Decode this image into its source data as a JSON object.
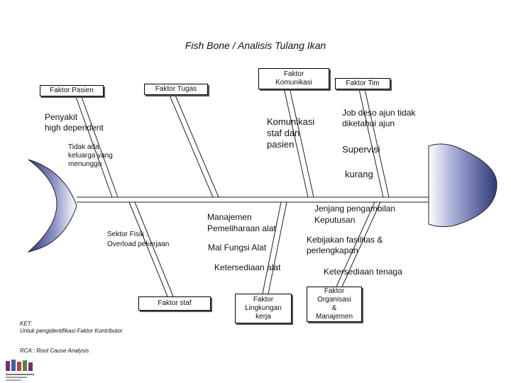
{
  "title": "Fish Bone / Analisis Tulang Ikan",
  "boxes": {
    "pasien": "Faktor Pasien",
    "tugas": "Faktor Tugas",
    "komunikasi": "Faktor\nKomunikasi",
    "tim": "Faktor Tim",
    "staf": "Faktor staf",
    "lingkungan": "Faktor\nLingkungan\nkerja",
    "organisasi": "Faktor\nOrganisasi\n&\nManajemen"
  },
  "causes": {
    "penyakit": "Penyakit\nhigh dependent",
    "tidak_ada": "Tidak ada\nkeluarga yang\nmenunggu",
    "komunikasi": "Komunikasi\nstaf dan\npasien",
    "job_desc": "Job deso ajun tidak\ndiketahui ajun",
    "supervisi": "Supervisi",
    "kurang": "kurang",
    "sektor_fisik": "Sektor Fisik :\nOverload pekerjaan",
    "manajemen": "Manajemen\nPemeliharaan alat",
    "mal_fungsi": "Mal  Fungsi Alat",
    "ketersediaan_alat": "Ketersediaan alat",
    "jenjang": "Jenjang pengambilan\nKeputusan",
    "kebijakan": "Kebijakan fasilitas &\nperlengkapan",
    "ketersediaan_tenaga": "Ketersediaan tenaga"
  },
  "notes": {
    "ket": "KET:",
    "ket_line": "Untuk pengidentifikasi Faktor Kontributor",
    "rca": "RCA : Root Cause Analysis"
  },
  "colors": {
    "line": "#222222",
    "fish_dark": "#2e3a7a",
    "fish_light": "#ffffff"
  }
}
